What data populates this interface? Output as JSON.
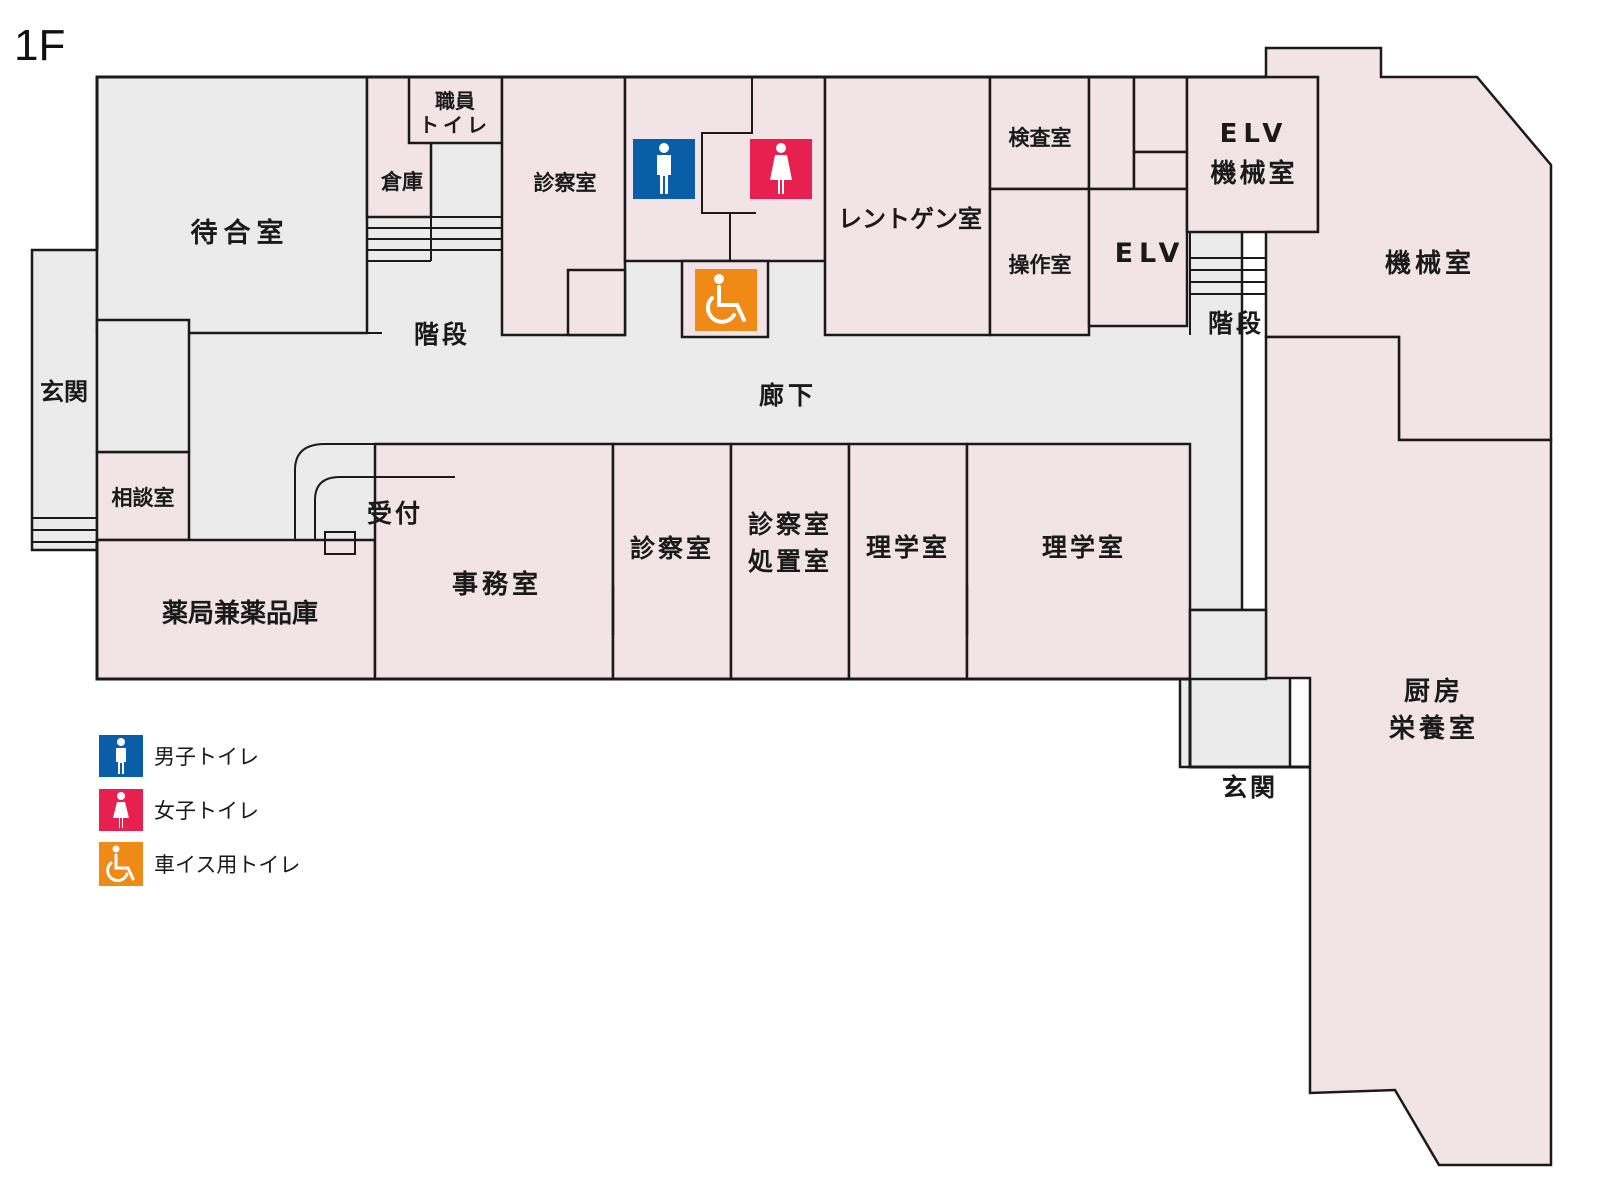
{
  "floor_label": "1F",
  "colors": {
    "room_fill": "#f1e3e6",
    "hall_fill": "#ebebeb",
    "outline": "#1a1a1a",
    "male_toilet": "#0a5ea8",
    "female_toilet": "#e8204f",
    "accessible_toilet": "#f08a17"
  },
  "rooms": {
    "waiting_room": "待合室",
    "entrance_west": "玄関",
    "consultation": "相談室",
    "pharmacy": "薬局兼薬品庫",
    "storage": "倉庫",
    "staff_toilet": "職員\nトイレ",
    "stairs_west": "階段",
    "exam_room_north": "診察室",
    "xray_room": "レントゲン室",
    "inspection_room": "検査室",
    "operation_room": "操作室",
    "elevator": "ELV",
    "elv_machine_room": "ELV\n機械室",
    "stairs_east": "階段",
    "machine_room": "機械室",
    "corridor": "廊下",
    "reception": "受付",
    "office": "事務室",
    "exam_room_south": "診察室",
    "exam_treatment_room": "診察室\n処置室",
    "physio_room_1": "理学室",
    "physio_room_2": "理学室",
    "kitchen": "厨房\n栄養室",
    "entrance_east": "玄関"
  },
  "legend": [
    {
      "icon": "male-toilet-icon",
      "label": "男子トイレ"
    },
    {
      "icon": "female-toilet-icon",
      "label": "女子トイレ"
    },
    {
      "icon": "wheelchair-toilet-icon",
      "label": "車イス用トイレ"
    }
  ]
}
